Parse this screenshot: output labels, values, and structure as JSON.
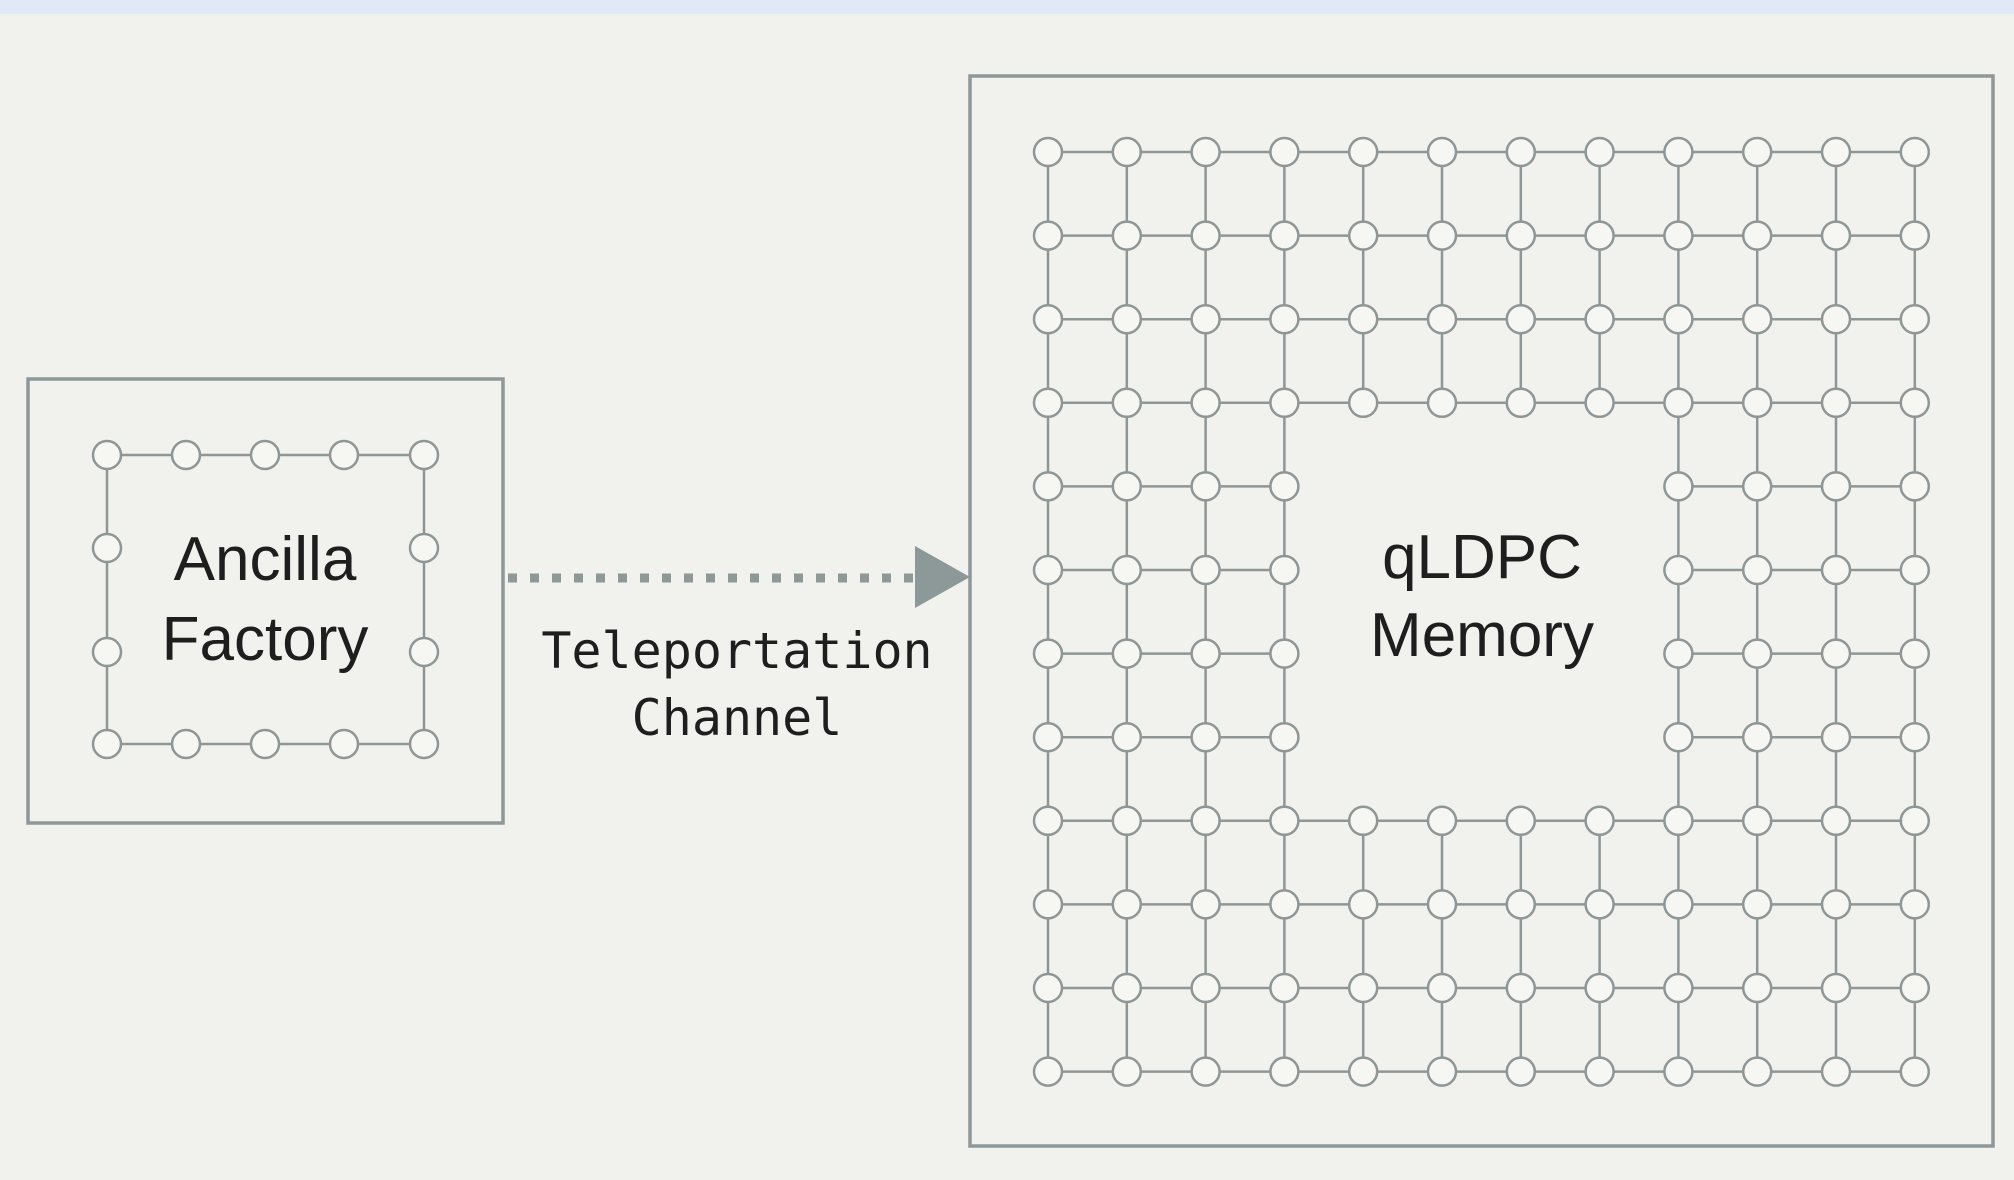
{
  "ancilla_factory": {
    "label_line1": "Ancilla",
    "label_line2": "Factory"
  },
  "channel": {
    "label_line1": "Teleportation",
    "label_line2": "Channel"
  },
  "memory": {
    "label_line1": "qLDPC",
    "label_line2": "Memory",
    "grid_rows": 12,
    "grid_cols": 12,
    "hole_rows": [
      4,
      5,
      6,
      7
    ],
    "hole_cols": [
      4,
      5,
      6,
      7
    ]
  },
  "colors": {
    "background": "#f1f1ee",
    "outline": "#8f9898",
    "grid_line": "#8e9696",
    "node_fill": "#f6f6f3",
    "arrow": "#8d9999",
    "text": "#1e1e1e"
  }
}
